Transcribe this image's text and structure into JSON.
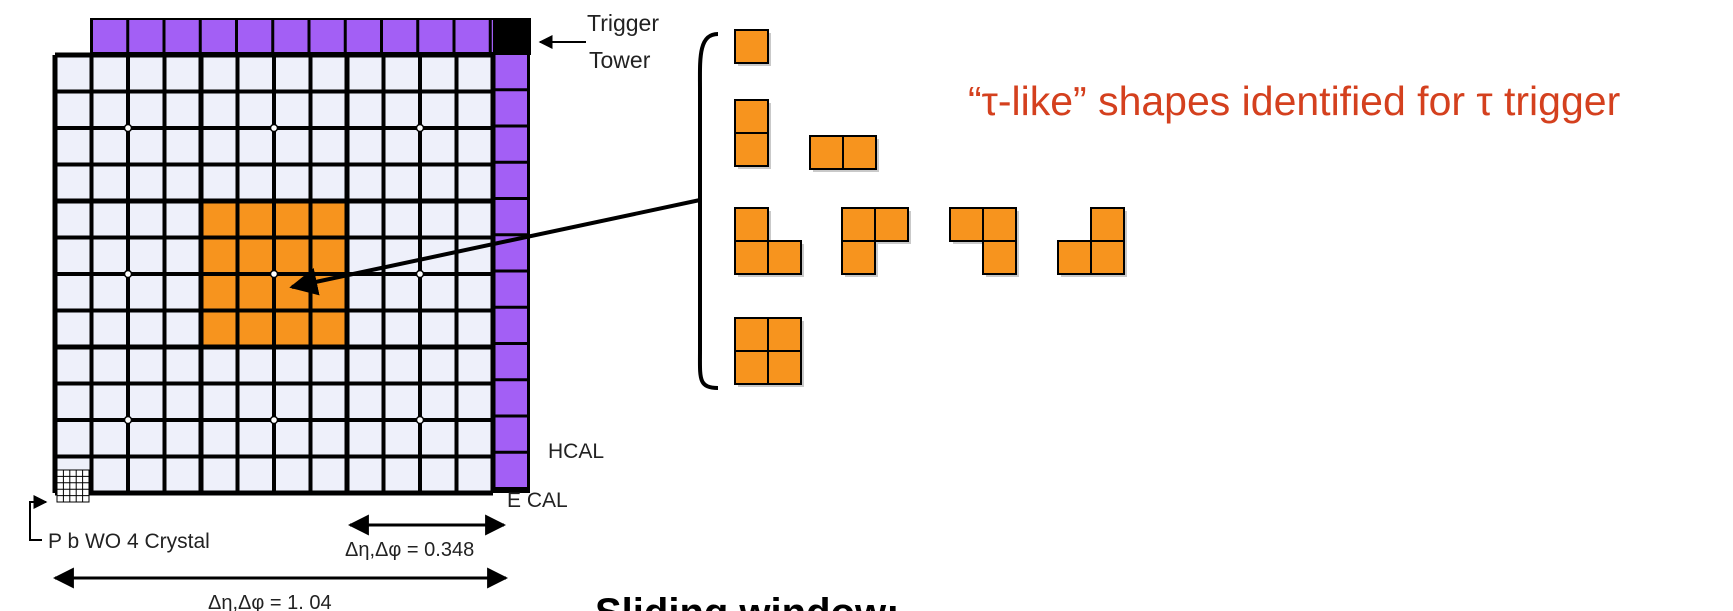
{
  "colors": {
    "hcal": "#a35ff5",
    "ecal_cell": "#eef0fa",
    "tower_highlight": "#f7941e",
    "shape_fill": "#f7941e",
    "caption": "#d4401e",
    "lines": "#000000"
  },
  "labels": {
    "trigger": "Trigger",
    "tower": "Tower",
    "hcal": "HCAL",
    "ecal": "E CAL",
    "crystal": "P b WO 4 Crystal",
    "small_span": "Δη,Δφ = 0.348",
    "large_span": "Δη,Δφ = 1. 04",
    "shapes_caption": "“τ-like” shapes identified for τ trigger",
    "sliding_window": "Sliding window:"
  },
  "grid": {
    "towers_per_side": 3,
    "cells_per_tower": 4,
    "highlighted_tower": [
      1,
      1
    ]
  },
  "shapes": [
    {
      "id": "single",
      "cells": [
        [
          0,
          0
        ]
      ]
    },
    {
      "id": "vertical-pair",
      "cells": [
        [
          0,
          0
        ],
        [
          0,
          1
        ]
      ]
    },
    {
      "id": "horizontal-pair",
      "cells": [
        [
          0,
          0
        ],
        [
          1,
          0
        ]
      ]
    },
    {
      "id": "l-shape-a",
      "cells": [
        [
          0,
          0
        ],
        [
          0,
          1
        ],
        [
          1,
          1
        ]
      ]
    },
    {
      "id": "l-shape-b",
      "cells": [
        [
          0,
          0
        ],
        [
          1,
          0
        ],
        [
          0,
          1
        ]
      ]
    },
    {
      "id": "l-shape-c",
      "cells": [
        [
          0,
          0
        ],
        [
          1,
          0
        ],
        [
          1,
          1
        ]
      ]
    },
    {
      "id": "l-shape-d",
      "cells": [
        [
          1,
          0
        ],
        [
          0,
          1
        ],
        [
          1,
          1
        ]
      ]
    },
    {
      "id": "square",
      "cells": [
        [
          0,
          0
        ],
        [
          1,
          0
        ],
        [
          0,
          1
        ],
        [
          1,
          1
        ]
      ]
    }
  ]
}
